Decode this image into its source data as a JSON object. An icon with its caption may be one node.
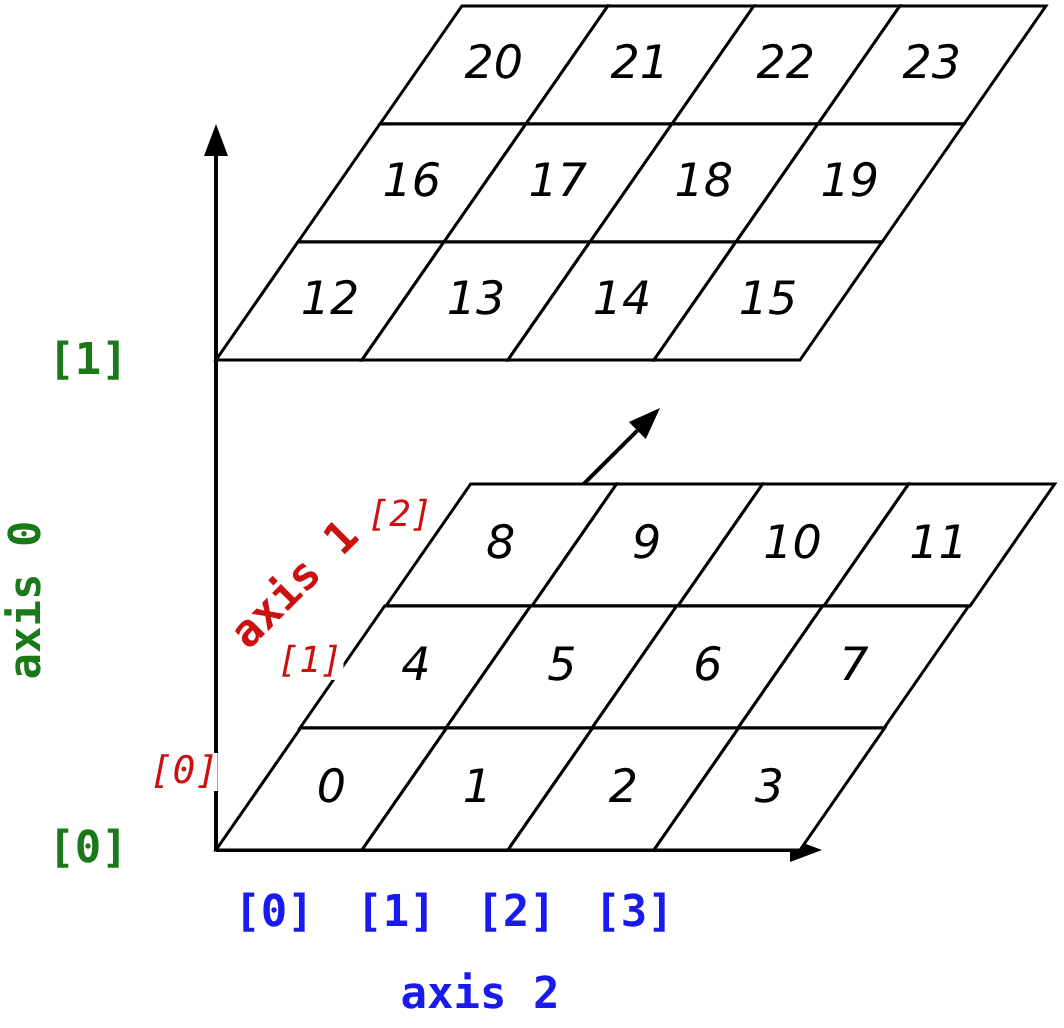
{
  "diagram": {
    "nodes": [
      {
        "text": [
          "20"
        ]
      },
      {
        "text": [
          "21"
        ]
      },
      {
        "text": [
          "22"
        ]
      },
      {
        "text": [
          "23"
        ]
      },
      {
        "text": [
          "16"
        ]
      },
      {
        "text": [
          "17"
        ]
      },
      {
        "text": [
          "18"
        ]
      },
      {
        "text": [
          "19"
        ]
      },
      {
        "text": [
          "12"
        ]
      },
      {
        "text": [
          "13"
        ]
      },
      {
        "text": [
          "14"
        ]
      },
      {
        "text": [
          "15"
        ]
      },
      {
        "text": [
          "8"
        ]
      },
      {
        "text": [
          "9"
        ]
      },
      {
        "text": [
          "10"
        ]
      },
      {
        "text": [
          "11"
        ]
      },
      {
        "text": [
          "4"
        ]
      },
      {
        "text": [
          "5"
        ]
      },
      {
        "text": [
          "6"
        ]
      },
      {
        "text": [
          "7"
        ]
      },
      {
        "text": [
          "0"
        ]
      },
      {
        "text": [
          "1"
        ]
      },
      {
        "text": [
          "2"
        ]
      },
      {
        "text": [
          "3"
        ]
      }
    ],
    "labels": [
      "[1]",
      "axis 0",
      "axis 1",
      "[2]",
      "[1]",
      "[0]",
      "[0]",
      "[0]",
      "[1]",
      "[2]",
      "[3]",
      "axis 2"
    ]
  }
}
